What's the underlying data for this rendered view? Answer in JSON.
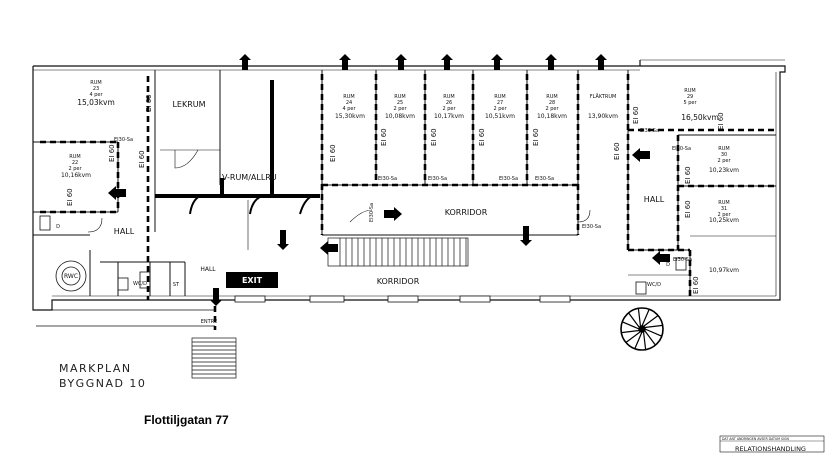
{
  "plan_title": "MARKPLAN",
  "plan_subtitle": "BYGGNAD 10",
  "address": "Flottiljgatan 77",
  "stamp_line": "RELATIONSHANDLING",
  "stamp_header": "DAT  ANT  ANDRINGEN AVSER  DATUM  SIGN",
  "exit_sign_label": "EXIT",
  "fire_class": "EI 60",
  "door_class": "EI30-Sa",
  "rooms": {
    "rum23": {
      "name": "RUM",
      "no": "23",
      "persons": "4 per",
      "area": "15,03kvm"
    },
    "rum22": {
      "name": "RUM",
      "no": "22",
      "persons": "2 per",
      "area": "10,16kvm"
    },
    "lekrum": {
      "name": "LEKRUM"
    },
    "vrum": {
      "name": "V-RUM/ALLRU"
    },
    "rum24": {
      "name": "RUM",
      "no": "24",
      "persons": "4 per",
      "area": "15,30kvm"
    },
    "rum25": {
      "name": "RUM",
      "no": "25",
      "persons": "2 per",
      "area": "10,08kvm"
    },
    "rum26": {
      "name": "RUM",
      "no": "26",
      "persons": "2 per",
      "area": "10,17kvm"
    },
    "rum27": {
      "name": "RUM",
      "no": "27",
      "persons": "2 per",
      "area": "10,51kvm"
    },
    "rum28": {
      "name": "RUM",
      "no": "28",
      "persons": "2 per",
      "area": "10,18kvm"
    },
    "flaktrum": {
      "name": "FLÄKTRUM",
      "area": "13,90kvm"
    },
    "rum29": {
      "name": "RUM",
      "no": "29",
      "persons": "5 per",
      "area": "16,50kvm"
    },
    "rum30": {
      "name": "RUM",
      "no": "30",
      "persons": "2 per",
      "area": "10,23kvm"
    },
    "rum31": {
      "name": "RUM",
      "no": "31",
      "persons": "2 per",
      "area": "10,25kvm"
    },
    "rum32": {
      "area": "10,97kvm"
    },
    "hall_left": {
      "name": "HALL"
    },
    "hall_center": {
      "name": "HALL"
    },
    "hall_right": {
      "name": "HALL"
    },
    "korridor_upper": {
      "name": "KORRIDOR"
    },
    "korridor_lower": {
      "name": "KORRIDOR"
    },
    "rwc": {
      "name": "RWC"
    },
    "wcd_left": {
      "name": "WC/D"
    },
    "wcd_right": {
      "name": "WC/D"
    },
    "st": {
      "name": "ST"
    },
    "entre": {
      "name": "ENTRÉ"
    },
    "d_left": {
      "name": "D"
    },
    "d_right": {
      "name": "D"
    }
  }
}
